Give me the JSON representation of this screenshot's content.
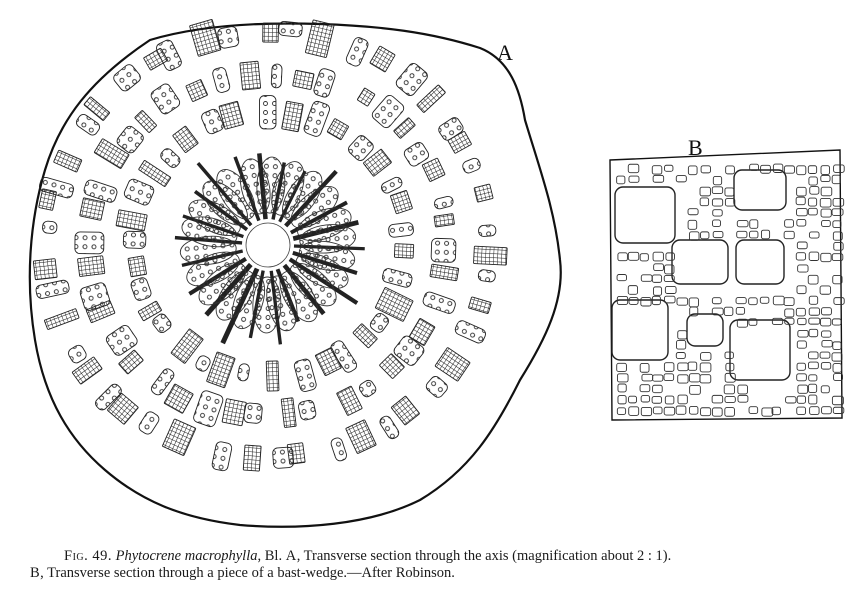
{
  "figure": {
    "panel_a_label": "A",
    "panel_b_label": "B"
  },
  "caption": {
    "fig_label": "Fig. 49.",
    "species": "Phytocrene macrophylla",
    "authority": ", Bl.",
    "part_a_letter": "A",
    "part_a_text": ", Transverse section through the axis (magnification about 2 : 1).",
    "part_b_letter": "B",
    "part_b_text": ", Transverse section through a piece of a bast-wedge.—After Robinson."
  }
}
